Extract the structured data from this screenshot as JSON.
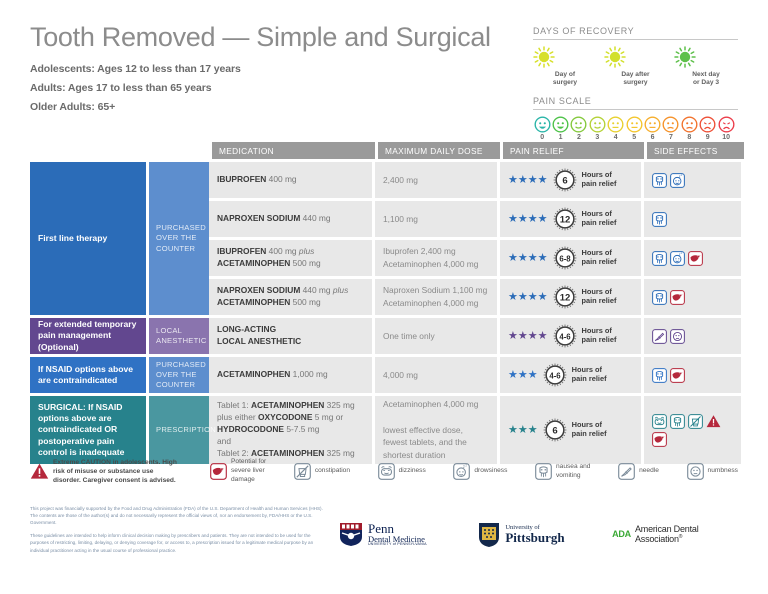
{
  "header": {
    "title": "Tooth Removed — Simple and Surgical",
    "sublines": [
      "Adolescents: Ages 12 to less than 17 years",
      "Adults: Ages 17 to less than 65 years",
      "Older Adults: 65+"
    ],
    "recovery_label": "DAYS OF RECOVERY",
    "recovery": [
      {
        "caption": "Day of\nsurgery",
        "color": "#d7e02a"
      },
      {
        "caption": "Day after\nsurgery",
        "color": "#d2e02c"
      },
      {
        "caption": "Next day\nor Day 3",
        "color": "#5ec04a"
      }
    ],
    "pain_label": "PAIN SCALE",
    "pain_scale": {
      "numbers": [
        "0",
        "1",
        "2",
        "3",
        "4",
        "5",
        "6",
        "7",
        "8",
        "9",
        "10"
      ],
      "colors": [
        "#29b5a8",
        "#4cc247",
        "#84c93c",
        "#b4d236",
        "#e8d12e",
        "#f4c62c",
        "#f6ae2c",
        "#f69229",
        "#f2722c",
        "#ee4f36",
        "#ec3d4a"
      ]
    }
  },
  "table": {
    "headers": [
      "",
      "",
      "MEDICATION",
      "MAXIMUM DAILY DOSE",
      "PAIN RELIEF",
      "SIDE EFFECTS"
    ],
    "hours_label_line1": "Hours of",
    "hours_label_line2": "pain relief",
    "groups": [
      {
        "category": "First line therapy",
        "cat_color": "#2b6cb8",
        "access": "PURCHASED OVER THE COUNTER",
        "access_color": "#5d8ece",
        "star_color": "#2b6cb8",
        "rows": [
          {
            "med_html": "<b>IBUPROFEN</b> 400 mg",
            "dose": "2,400 mg",
            "stars": 4,
            "hours": "6",
            "side_effects": [
              "nausea-vomiting",
              "drowsiness"
            ]
          },
          {
            "med_html": "<b>NAPROXEN SODIUM</b> 440 mg",
            "dose": "1,100 mg",
            "stars": 4,
            "hours": "12",
            "side_effects": [
              "nausea-vomiting"
            ]
          },
          {
            "med_html": "<b>IBUPROFEN</b> 400 mg <i>plus</i><br><b>ACETAMINOPHEN</b> 500 mg",
            "dose": "Ibuprofen 2,400 mg<br>Acetaminophen 4,000 mg",
            "stars": 4,
            "hours": "6-8",
            "side_effects": [
              "nausea-vomiting",
              "drowsiness",
              "liver"
            ]
          },
          {
            "med_html": "<b>NAPROXEN SODIUM</b> 440 mg <i>plus</i><br><b>ACETAMINOPHEN</b> 500 mg",
            "dose": "Naproxen Sodium 1,100 mg<br>Acetaminophen 4,000 mg",
            "stars": 4,
            "hours": "12",
            "side_effects": [
              "nausea-vomiting",
              "liver"
            ]
          }
        ]
      },
      {
        "category": "For extended temporary pain management (Optional)",
        "cat_color": "#62478f",
        "access": "LOCAL ANESTHETIC",
        "access_color": "#8a74ae",
        "star_color": "#62478f",
        "rows": [
          {
            "med_html": "<b>LONG-ACTING<br>LOCAL ANESTHETIC</b>",
            "dose": "One time only",
            "stars": 4,
            "hours": "4-6",
            "side_effects": [
              "needle",
              "numbness"
            ]
          }
        ]
      },
      {
        "category": "If NSAID options above are contraindicated",
        "cat_color": "#2f72c4",
        "access": "PURCHASED OVER THE COUNTER",
        "access_color": "#5d8ece",
        "star_color": "#2f72c4",
        "rows": [
          {
            "med_html": "<b>ACETAMINOPHEN</b> 1,000 mg",
            "dose": "4,000 mg",
            "stars": 3,
            "hours": "4-6",
            "side_effects": [
              "nausea-vomiting",
              "liver"
            ]
          }
        ]
      },
      {
        "category": "SURGICAL: If NSAID options above are contraindicated OR postoperative pain control is inadequate",
        "cat_color": "#27828c",
        "access": "PRESCRIPTION",
        "access_color": "#4a97a0",
        "star_color": "#27828c",
        "rows": [
          {
            "med_html": "Tablet 1: <b>ACETAMINOPHEN</b> 325 mg<br>plus either <b>OXYCODONE</b> 5 mg or<br><b>HYDROCODONE</b> 5-7.5 mg<br>and<br>Tablet 2: <b>ACETAMINOPHEN</b> 325 mg",
            "dose": "Acetaminophen 4,000 mg<br><br>lowest effective dose,<br>fewest tablets, and the<br>shortest duration",
            "stars": 3,
            "hours": "6",
            "side_effects": [
              "dizziness",
              "nausea-vomiting",
              "constipation",
              "warning",
              "liver"
            ]
          }
        ]
      }
    ]
  },
  "legend": {
    "caution_text": "Extreme CAUTION in adolescents. High risk of misuse or substance use disorder. Caregiver consent is advised.",
    "items": [
      {
        "icon": "liver",
        "label": "Potential for\nsevere liver\ndamage"
      },
      {
        "icon": "constipation",
        "label": "constipation"
      },
      {
        "icon": "dizziness",
        "label": "dizziness"
      },
      {
        "icon": "drowsiness",
        "label": "drowsiness"
      },
      {
        "icon": "nausea-vomiting",
        "label": "nausea and\nvomiting"
      },
      {
        "icon": "needle",
        "label": "needle"
      },
      {
        "icon": "numbness",
        "label": "numbness"
      }
    ]
  },
  "footer": {
    "paragraphs": [
      "This project was financially supported by the Food and Drug Administration (FDA) of the U.S. Department of Health and Human Services (HHS). The contents are those of the author(s) and do not necessarily represent the official views of, nor an endorsement by, FDA/HHS or the U.S. Government.",
      "These guidelines are intended to help inform clinical decision making by prescribers and patients. They are not intended to be used for the purposes of restricting, limiting, delaying, or denying coverage for, or access to, a prescription issued for a legitimate medical purpose by an individual practitioner acting in the usual course of professional practice."
    ],
    "logos": {
      "penn_line1": "Penn",
      "penn_line2": "Dental Medicine",
      "penn_line3": "UNIVERSITY of PENNSYLVANIA",
      "pitt_line1": "University of",
      "pitt_line2": "Pittsburgh",
      "ada_mark": "ADA",
      "ada_name": "American Dental Association"
    }
  }
}
